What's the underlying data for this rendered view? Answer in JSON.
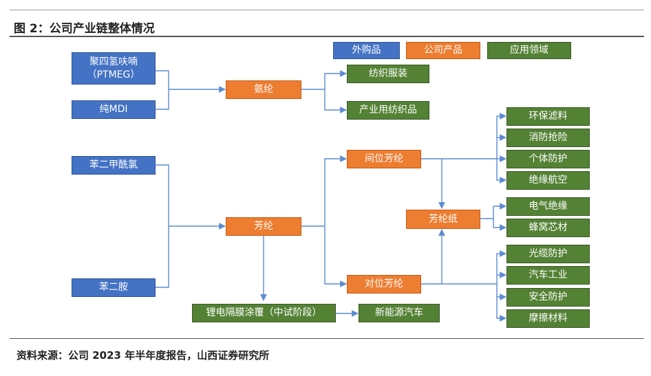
{
  "title": "图 2：公司产业链整体情况",
  "source": "资料来源：公司 2023 年半年度报告，山西证券研究所",
  "legend": {
    "purchased": "外购品",
    "company_product": "公司产品",
    "application": "应用领域"
  },
  "colors": {
    "purchased": "#4472c4",
    "company_product": "#ed7d31",
    "application": "#548235",
    "connector": "#5b8bd0"
  },
  "raw_materials": {
    "ptmeg_line1": "聚四氢呋喃",
    "ptmeg_line2": "（PTMEG）",
    "mdi": "纯MDI",
    "chloride": "苯二甲酰氯",
    "diamine": "苯二胺"
  },
  "products": {
    "spandex": "氨纶",
    "aramid": "芳纶",
    "meta_aramid": "间位芳纶",
    "para_aramid": "对位芳纶",
    "aramid_paper": "芳纶纸",
    "separator_coating": "锂电隔膜涂覆（中试阶段）"
  },
  "applications": {
    "apparel": "纺织服装",
    "industrial_textiles": "产业用纺织品",
    "env_filter": "环保滤料",
    "fire_rescue": "消防抢险",
    "personal_protection": "个体防护",
    "insulation_aviation": "绝缘航空",
    "electrical_insulation": "电气绝缘",
    "honeycomb_core": "蜂窝芯材",
    "cable_protection": "光缆防护",
    "automotive": "汽车工业",
    "safety_protection": "安全防护",
    "friction_materials": "摩擦材料",
    "new_energy_vehicle": "新能源汽车"
  }
}
